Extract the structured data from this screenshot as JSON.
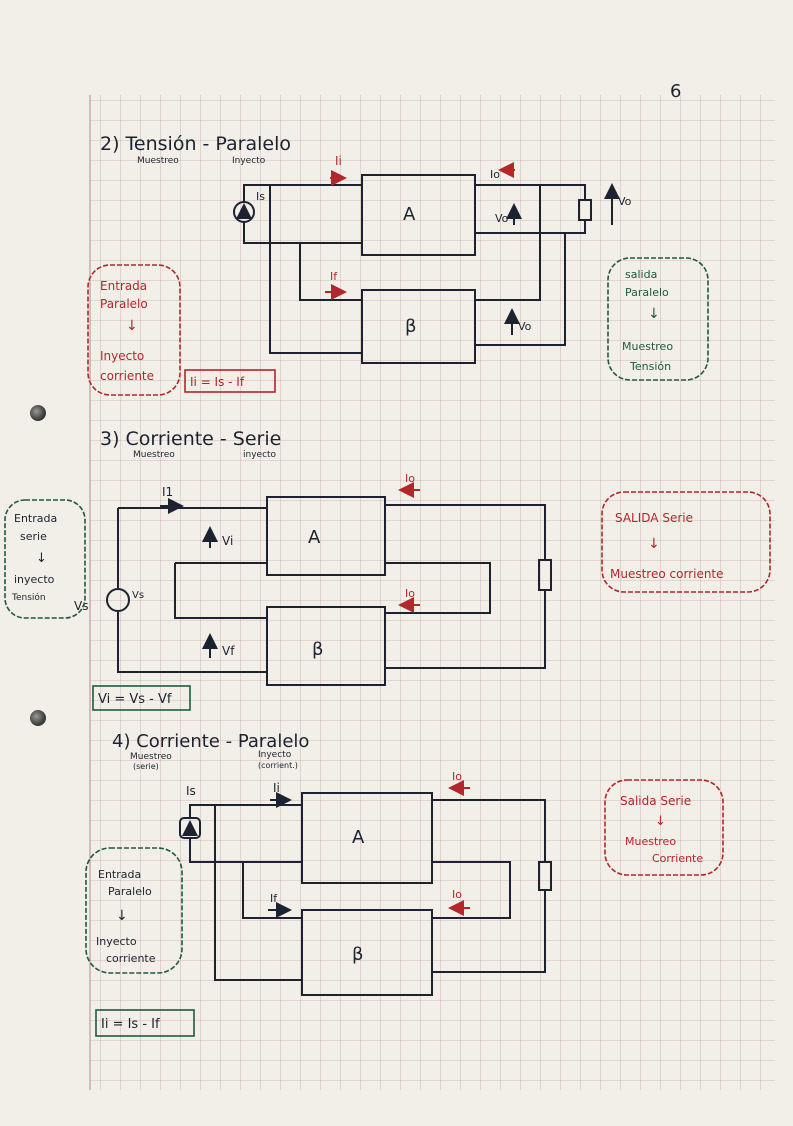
{
  "page_number": "6",
  "colors": {
    "ink": "#1c2230",
    "red": "#b3262b",
    "green": "#1f5a3a",
    "grid": "#c9a6a6",
    "paper": "#f2efe9"
  },
  "sections": [
    {
      "title": "2) Tensión - Paralelo",
      "sub_left": "Muestreo",
      "sub_right": "Inyecto",
      "labels": {
        "ii": "Ii",
        "is": "Is",
        "io": "Io",
        "if": "If",
        "vo": "Vo",
        "vo_a": "Vo",
        "vo_b": "Vo",
        "amp_a": "A",
        "amp_b": "β"
      },
      "input_box": {
        "line1": "Entrada",
        "line2": "Paralelo",
        "arrow": "↓",
        "line3": "Inyecto",
        "line4": "corriente"
      },
      "output_box": {
        "line1": "salida",
        "line2": "Paralelo",
        "arrow": "↓",
        "line3": "Muestreo",
        "line4": "Tensión"
      },
      "equation": "Ii = Is - If"
    },
    {
      "title": "3) Corriente - Serie",
      "sub_left": "Muestreo",
      "sub_right": "inyecto",
      "labels": {
        "i1": "I1",
        "io_top": "Io",
        "io_mid": "Io",
        "vi": "Vi",
        "vf": "Vf",
        "vs_left": "Vs",
        "vs_src": "Vs",
        "amp_a": "A",
        "amp_b": "β"
      },
      "input_box": {
        "line1": "Entrada",
        "line2": "serie",
        "arrow": "↓",
        "line3": "inyecto",
        "line4": "Tensión"
      },
      "output_box": {
        "line1": "SALIDA Serie",
        "arrow": "↓",
        "line2": "Muestreo corriente"
      },
      "equation": "Vi = Vs - Vf"
    },
    {
      "title": "4) Corriente - Paralelo",
      "sub_left": "Muestreo",
      "sub_left2": "(serie)",
      "sub_right": "Inyecto",
      "sub_right2": "(corrient.)",
      "labels": {
        "is": "Is",
        "ii": "Ii",
        "io_top": "Io",
        "if": "If",
        "io_mid": "Io",
        "amp_a": "A",
        "amp_b": "β"
      },
      "input_box": {
        "line1": "Entrada",
        "line2": "Paralelo",
        "arrow": "↓",
        "line3": "Inyecto",
        "line4": "corriente"
      },
      "output_box": {
        "line1": "Salida Serie",
        "arrow": "↓",
        "line2": "Muestreo",
        "line3": "Corriente"
      },
      "equation": "Ii = Is - If"
    }
  ]
}
